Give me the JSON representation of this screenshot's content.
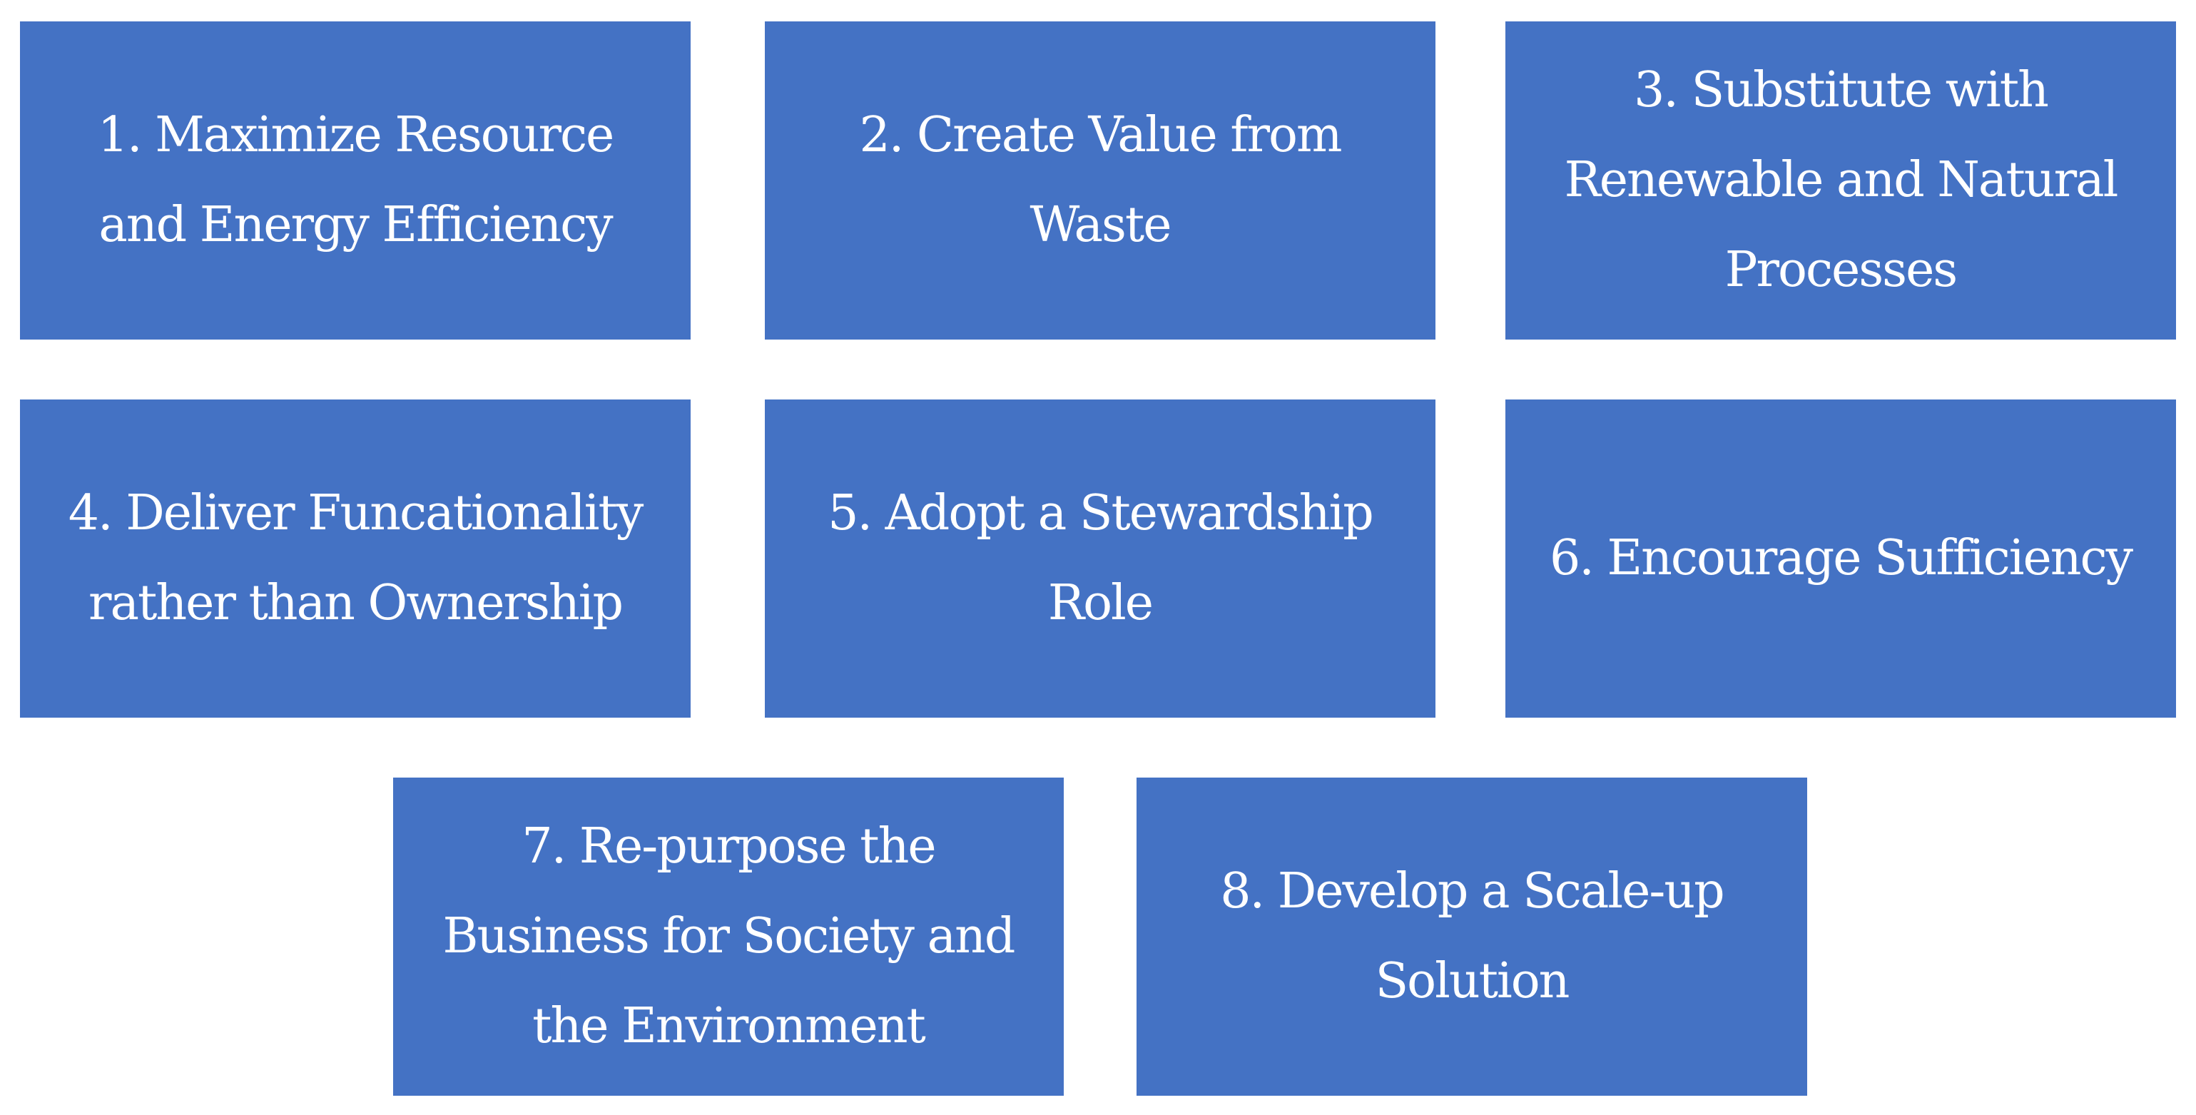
{
  "diagram": {
    "colors": {
      "box_fill": "#4472c4",
      "text": "#ffffff",
      "background": "#ffffff"
    },
    "boxes": [
      {
        "label": "1. Maximize Resource\nand Energy Efficiency"
      },
      {
        "label": "2. Create Value from\nWaste"
      },
      {
        "label": "3. Substitute with\nRenewable and Natural\nProcesses"
      },
      {
        "label": "4. Deliver Funcationality\nrather than Ownership"
      },
      {
        "label": "5. Adopt a Stewardship\nRole"
      },
      {
        "label": "6. Encourage Sufficiency"
      },
      {
        "label": "7. Re-purpose the\nBusiness for Society and\nthe Environment"
      },
      {
        "label": "8. Develop a Scale-up\nSolution"
      }
    ]
  }
}
